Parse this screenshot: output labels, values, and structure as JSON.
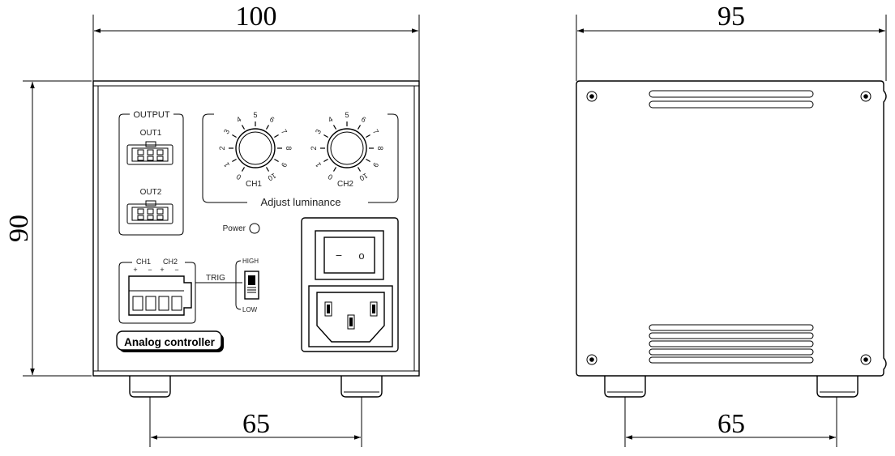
{
  "dimensions": {
    "front_width": "100",
    "height": "90",
    "front_feet_spacing": "65",
    "side_depth": "95",
    "side_feet_spacing": "65"
  },
  "front_panel": {
    "output_title": "OUTPUT",
    "out1_label": "OUT1",
    "out2_label": "OUT2",
    "dial_scale": [
      "0",
      "1",
      "2",
      "3",
      "4",
      "5",
      "6",
      "7",
      "8",
      "9",
      "10"
    ],
    "ch1_label": "CH1",
    "ch2_label": "CH2",
    "adjust_label": "Adjust luminance",
    "power_label": "Power",
    "trig_ch1_label": "CH1",
    "trig_ch2_label": "CH2",
    "trig_polarity": [
      "+",
      "−",
      "+",
      "−"
    ],
    "trig_label": "TRIG",
    "high_label": "HIGH",
    "low_label": "LOW",
    "switch_off_symbol": "−",
    "switch_on_symbol": "o",
    "product_label": "Analog controller"
  }
}
